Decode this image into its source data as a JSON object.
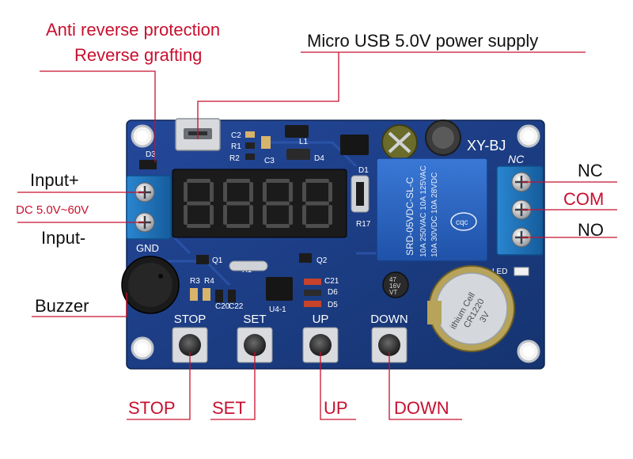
{
  "callouts": {
    "anti_reverse_line1": "Anti reverse protection",
    "anti_reverse_line2": "Reverse grafting",
    "micro_usb": "Micro USB 5.0V power supply",
    "input_plus": "Input+",
    "dc_range": "DC 5.0V~60V",
    "input_minus": "Input-",
    "buzzer": "Buzzer",
    "nc": "NC",
    "com": "COM",
    "no": "NO",
    "stop": "STOP",
    "set": "SET",
    "up": "UP",
    "down": "DOWN"
  },
  "board": {
    "brand": "XY-BJ",
    "nc_label": "NC",
    "gnd_label": "GND",
    "led_label": "LED",
    "button_labels": [
      "STOP",
      "SET",
      "UP",
      "DOWN"
    ],
    "components": {
      "d3": "D3",
      "c2": "C2",
      "r1": "R1",
      "r2": "R2",
      "c3": "C3",
      "l1": "L1",
      "d4": "D4",
      "d1": "D1",
      "r17": "R17",
      "q1": "Q1",
      "x1": "X1",
      "q2": "Q2",
      "r3": "R3",
      "r4": "R4",
      "c20": "C20",
      "c22": "C22",
      "c21": "C21",
      "d6": "D6",
      "d5": "D5",
      "u4": "U4-1",
      "cap": "47\n16V\nVT"
    },
    "relay_lines": [
      "SRD-05VDC-SL-C",
      "10A 250VAC  10A 125VAC",
      "10A 30VDC  10A 28VDC"
    ],
    "relay_brand": "cqc",
    "battery_lines": [
      "ithium Cell",
      "CR1220",
      "3V"
    ]
  },
  "colors": {
    "callout_red": "#c8102e",
    "line": "#c8102e",
    "pcb": "#1d3f86",
    "pcb_dark": "#13306b",
    "terminal": "#1c6fb3",
    "relay": "#2a64c2",
    "silk": "#ffffff"
  }
}
